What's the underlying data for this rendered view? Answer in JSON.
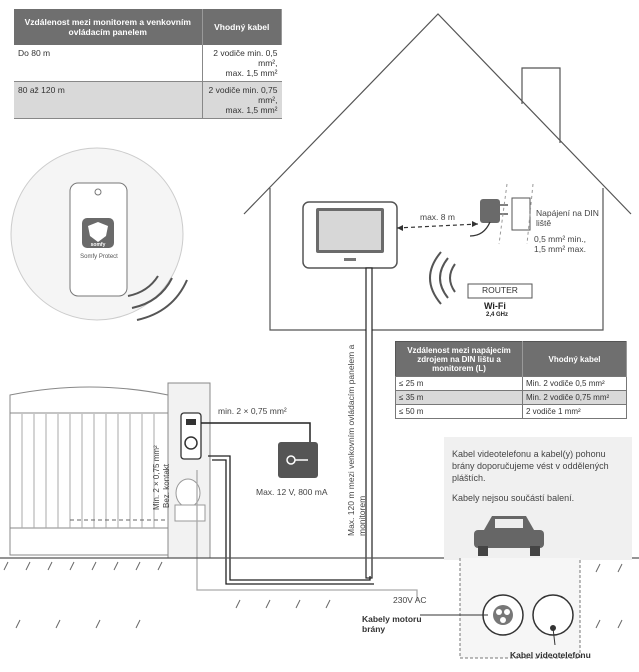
{
  "table_distance_monitor_outdoor": {
    "headers": [
      "Vzdálenost mezi monitorem a venkovním ovládacím panelem",
      "Vhodný kabel"
    ],
    "rows": [
      {
        "distance": "Do 80 m",
        "cable_line1": "2 vodiče min. 0,5 mm²,",
        "cable_line2": "max. 1,5 mm²"
      },
      {
        "distance": "80 až 120 m",
        "cable_line1": "2 vodiče min. 0,75 mm²,",
        "cable_line2": "max. 1,5 mm²"
      }
    ]
  },
  "table_distance_power": {
    "headers": [
      "Vzdálenost mezi napájecím zdrojem na DIN lištu a monitorem (L)",
      "Vhodný kabel"
    ],
    "rows": [
      {
        "distance": "≤ 25 m",
        "cable": "Min. 2 vodiče 0,5  mm²"
      },
      {
        "distance": "≤ 35 m",
        "cable": "Min. 2 vodiče 0,75  mm²"
      },
      {
        "distance": "≤ 50 m",
        "cable": "2 vodiče 1  mm²"
      }
    ]
  },
  "labels": {
    "max_8m": "max. 8 m",
    "din_power": "Napájení na DIN liště",
    "din_cable": "0,5 mm² min., 1,5 mm² max.",
    "router": "ROUTER",
    "wifi": "Wi-Fi",
    "wifi_freq": "2,4 GHz",
    "phone_brand": "somfy",
    "phone_app": "Somfy Protect",
    "min_cable": "min. 2 × 0,75 mm²",
    "keypad_power": "Max. 12 V, 800 mA",
    "vertical_cable": "Max. 120 m mezi venkovním ovládacím panelem a monitorem",
    "gate_cable": "Min. 2 × 0,75 mm²",
    "gate_contact": "Bez. kontakt",
    "ac": "230V AC",
    "motor_cables": "Kabely motoru brány",
    "video_cable": "Kabel videotelefonu",
    "note1": "Kabel videotelefonu a kabel(y) pohonu brány doporučujeme vést v oddělených pláštích.",
    "note2": "Kabely nejsou součástí balení."
  }
}
